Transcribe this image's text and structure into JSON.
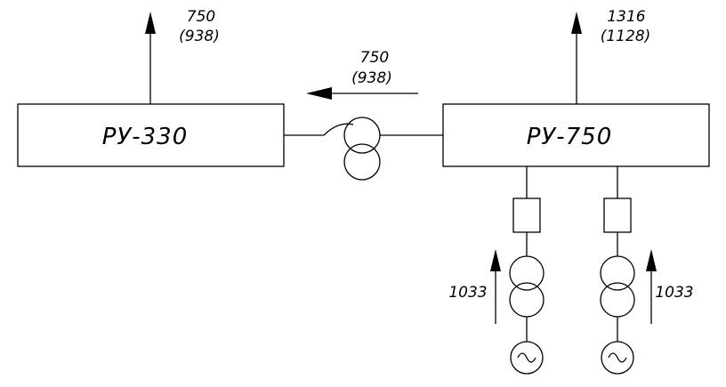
{
  "nodes": {
    "ru330": {
      "label": "РУ-330"
    },
    "ru750": {
      "label": "РУ-750"
    }
  },
  "flows": {
    "ru330_out": {
      "value": "750",
      "value_alt": "(938)"
    },
    "ru750_out": {
      "value": "1316",
      "value_alt": "(1128)"
    },
    "tie": {
      "value": "750",
      "value_alt": "(938)"
    },
    "gen_left": {
      "value": "1033"
    },
    "gen_right": {
      "value": "1033"
    }
  }
}
